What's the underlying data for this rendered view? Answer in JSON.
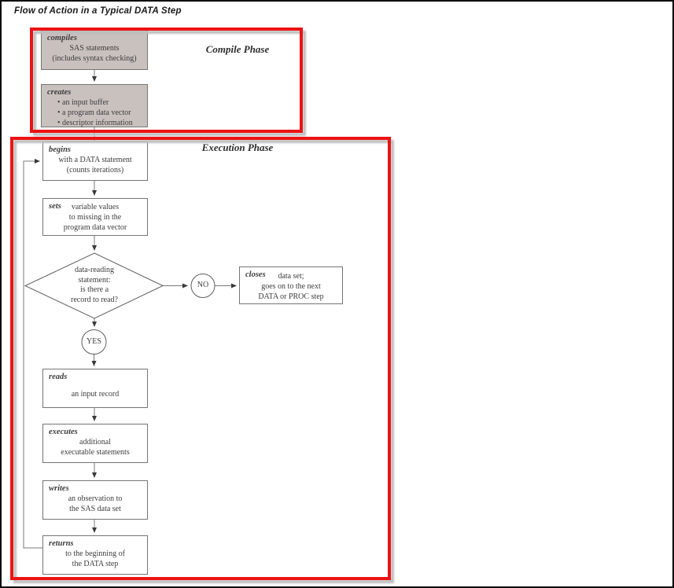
{
  "page": {
    "title": "Flow of Action in a Typical DATA Step"
  },
  "colors": {
    "accent_red": "#ec1313",
    "frame_shadow": "#bdbdbd",
    "compile_box_fill": "#c9c1be",
    "box_border": "#757575",
    "connector": "#787878",
    "text": "#3d3d3d"
  },
  "compile_phase": {
    "label": "Compile Phase",
    "compiles": {
      "lead": "compiles",
      "lines": [
        "SAS statements",
        "(includes syntax checking)"
      ]
    },
    "creates": {
      "lead": "creates",
      "bullets": [
        "• an input buffer",
        "• a program data vector",
        "• descriptor information"
      ]
    }
  },
  "execution_phase": {
    "label": "Execution Phase",
    "begins": {
      "lead": "begins",
      "lines": [
        "with a DATA statement",
        "(counts iterations)"
      ]
    },
    "sets": {
      "lead": "sets",
      "lines": [
        "variable values",
        "to missing in the",
        "program data vector"
      ]
    },
    "decision": {
      "lines": [
        "data-reading",
        "statement:",
        "is there a",
        "record to read?"
      ]
    },
    "no_label": "NO",
    "yes_label": "YES",
    "closes": {
      "lead": "closes",
      "lines": [
        "data set;",
        "goes on to the next",
        "DATA or PROC step"
      ]
    },
    "reads": {
      "lead": "reads",
      "lines": [
        "an input record"
      ]
    },
    "executes": {
      "lead": "executes",
      "lines": [
        "additional",
        "executable statements"
      ]
    },
    "writes": {
      "lead": "writes",
      "lines": [
        "an observation to",
        "the SAS data set"
      ]
    },
    "returns": {
      "lead": "returns",
      "lines": [
        "to the beginning of",
        "the DATA step"
      ]
    }
  }
}
